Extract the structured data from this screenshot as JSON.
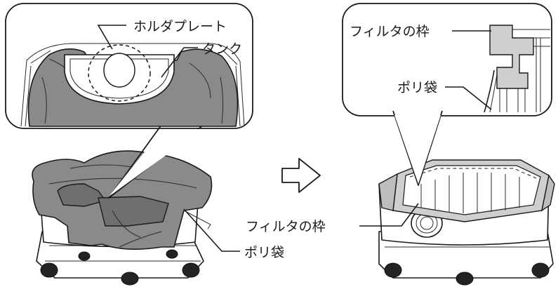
{
  "labels": {
    "holder_plate": "ホルダプレート",
    "tank": "タンク",
    "poly_bag_left": "ポリ袋",
    "filter_frame_zoom": "フィルタの枠",
    "poly_bag_zoom": "ポリ袋",
    "filter_frame_main": "フィルタの枠"
  },
  "arrow": {
    "direction": "right"
  },
  "colors": {
    "bag": "#8a8a8a",
    "filter_frame": "#cfcfcf",
    "line": "#1a1a1a"
  }
}
